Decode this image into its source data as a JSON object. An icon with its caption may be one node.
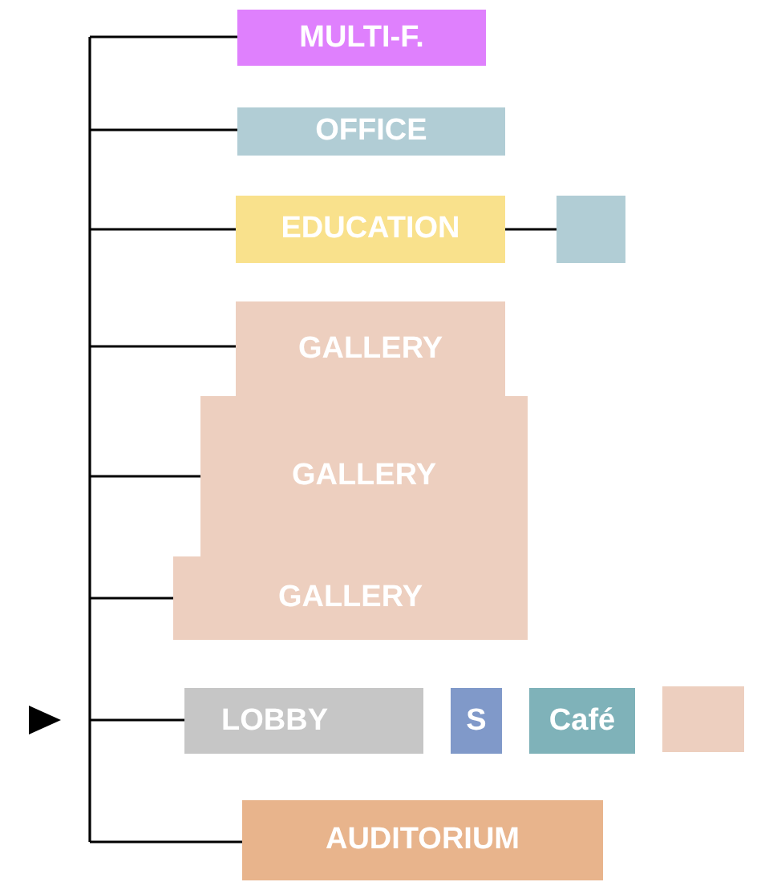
{
  "diagram": {
    "nodes": [
      {
        "text": [
          "MULTI-F."
        ]
      },
      {
        "text": [
          "OFFICE"
        ]
      },
      {
        "text": [
          "EDUCATION"
        ]
      },
      {
        "text": [],
        "shape": "box"
      },
      {
        "text": [
          "GALLERY"
        ]
      },
      {
        "text": [
          "GALLERY"
        ]
      },
      {
        "text": [
          "GALLERY"
        ]
      },
      {
        "text": [
          "LOBBY"
        ]
      },
      {
        "text": [
          "S"
        ]
      },
      {
        "text": [
          "Café"
        ]
      },
      {
        "text": [],
        "shape": "box"
      },
      {
        "text": [
          "AUDITORIUM"
        ]
      }
    ],
    "edges": [
      {
        "from": null,
        "to": 0,
        "arrow": "none"
      },
      {
        "from": null,
        "to": 1,
        "arrow": "none"
      },
      {
        "from": null,
        "to": 2,
        "arrow": "none"
      },
      {
        "from": null,
        "to": 4,
        "arrow": "none"
      },
      {
        "from": null,
        "to": 5,
        "arrow": "none"
      },
      {
        "from": null,
        "to": 6,
        "arrow": "none"
      },
      {
        "from": null,
        "to": 7,
        "arrow": "none"
      },
      {
        "from": null,
        "to": 11,
        "arrow": "none"
      },
      {
        "from": 2,
        "to": 3,
        "arrow": "none"
      }
    ]
  }
}
